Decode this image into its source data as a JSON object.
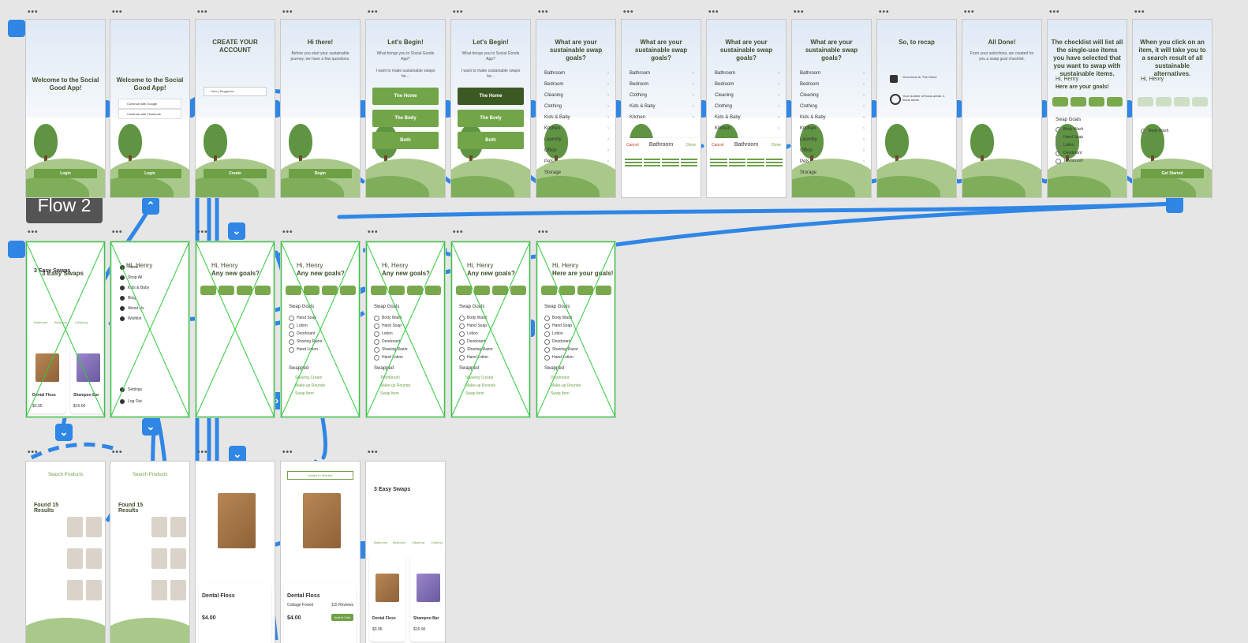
{
  "canvas": {
    "background": "#e6e6e6",
    "wire_color": "#2f86e5",
    "accent_green": "#6ea046",
    "placeholder_x_color": "#2fcc3a"
  },
  "flow_label": "Flow 2",
  "artboard_menu_glyph": "•••",
  "row1": [
    {
      "title": "Welcome to the Social Good App!",
      "subtitle": "",
      "button": "Login"
    },
    {
      "title": "Welcome to the Social Good App!",
      "subtitle": "",
      "button": "Login",
      "auth_options": [
        "Continue with Google",
        "Continue with Facebook"
      ]
    },
    {
      "title": "CREATE YOUR ACCOUNT",
      "subtitle": "",
      "field": "Henry Beggiman",
      "button": "Create"
    },
    {
      "title": "Hi there!",
      "subtitle": "Before you start your sustainable journey, we have a few questions.",
      "button": "Begin"
    },
    {
      "title": "Let's Begin!",
      "subtitle": "What brings you to Social Goods App?",
      "subtitle2": "I want to make sustainable swaps for...",
      "options": [
        "The Home",
        "The Body",
        "Both"
      ]
    },
    {
      "title": "Let's Begin!",
      "subtitle": "What brings you to Social Goods App?",
      "subtitle2": "I want to make sustainable swaps for...",
      "options": [
        "The Home",
        "The Body",
        "Both"
      ]
    },
    {
      "title": "What are your sustainable swap goals?",
      "list": [
        "Bathroom",
        "Bedroom",
        "Cleaning",
        "Clothing",
        "Kids & Baby",
        "Kitchen",
        "Laundry",
        "Office",
        "Pets",
        "Storage"
      ]
    },
    {
      "title": "What are your sustainable swap goals?",
      "list": [
        "Bathroom",
        "Bedroom",
        "Clothing",
        "Kids & Baby",
        "Kitchen"
      ],
      "modal": {
        "cancel": "Cancel",
        "title": "Bathroom",
        "done": "Done"
      }
    },
    {
      "title": "What are your sustainable swap goals?",
      "list": [
        "Bathroom",
        "Bedroom",
        "Cleaning",
        "Clothing",
        "Kids & Baby",
        "Kitchen"
      ],
      "modal": {
        "cancel": "Cancel",
        "title": "Bathroom",
        "done": "Done"
      }
    },
    {
      "title": "What are your sustainable swap goals?",
      "list": [
        "Bathroom",
        "Bedroom",
        "Cleaning",
        "Clothing",
        "Kids & Baby",
        "Kitchen",
        "Laundry",
        "Office",
        "Pets",
        "Storage"
      ]
    },
    {
      "title": "So, to recap",
      "recap": [
        "Your focus is: The Home",
        "Your number of focus areas: 4 focus areas"
      ]
    },
    {
      "title": "All Done!",
      "subtitle": "From your selections, we created for you a swap goal checklist."
    },
    {
      "title": "The checklist will list all the single-use items you have selected that you want to swap with sustainable items.",
      "greeting": "Hi, Henry",
      "heading": "Here are your goals!",
      "section": "Swap Goals",
      "goals": [
        "Body Wash",
        "Hand Soap",
        "Lotion",
        "Deodorant",
        "Toothbrush"
      ]
    },
    {
      "title": "When you click on an item, it will take you to a search result of all sustainable alternatives.",
      "greeting": "Hi, Henry",
      "goals": [
        "Body Wash"
      ],
      "button": "Get Started"
    }
  ],
  "row2": [
    {
      "heading": "3 Easy Swaps",
      "tabs": [
        "Bathroom",
        "Bedroom",
        "Cleaning"
      ],
      "products": [
        {
          "name": "Dental Floss",
          "price": "$3.95"
        },
        {
          "name": "Shampoo Bar",
          "price": "$15.00"
        }
      ]
    },
    {
      "greeting": "Hi, Henry",
      "menu": [
        "Home",
        "Shop All",
        "Kids & Baby",
        "Blog",
        "About Us",
        "Wishlist",
        "Settings",
        "Log Out"
      ]
    },
    {
      "greeting": "Hi, Henry",
      "heading": "Any new goals?"
    },
    {
      "greeting": "Hi, Henry",
      "heading": "Any new goals?",
      "section": "Swap Goals",
      "goals": [
        "Hand Soap",
        "Lotion",
        "Deodorant",
        "Shaving Razor",
        "Hand Lotion"
      ],
      "swapped_title": "Swapped",
      "swapped": [
        "Shaving Cream",
        "Make-up Rounds",
        "Swap Item"
      ]
    },
    {
      "greeting": "Hi, Henry",
      "heading": "Any new goals?",
      "section": "Swap Goals",
      "goals": [
        "Body Wash",
        "Hand Soap",
        "Lotion",
        "Deodorant",
        "Shaving Razor",
        "Hand Lotion"
      ],
      "swapped_title": "Swapped",
      "swapped": [
        "Toothbrush",
        "Make-up Rounds",
        "Swap Item"
      ]
    },
    {
      "greeting": "Hi, Henry",
      "heading": "Any new goals?",
      "section": "Swap Goals",
      "goals": [
        "Body Wash",
        "Hand Soap",
        "Lotion",
        "Deodorant",
        "Shaving Razor",
        "Hand Lotion"
      ],
      "swapped_title": "Swapped",
      "swapped": [
        "Shaving Crystal",
        "Make-up Rounds",
        "Swap Item"
      ]
    },
    {
      "greeting": "Hi, Henry",
      "heading": "Here are your goals!",
      "section": "Swap Goals",
      "goals": [
        "Body Wash",
        "Hand Soap",
        "Lotion",
        "Deodorant",
        "Shaving Razor",
        "Hand Lotion"
      ],
      "swapped_title": "Swapped",
      "swapped": [
        "Deodorant",
        "Make-up Rounds",
        "Swap Item"
      ]
    }
  ],
  "row3": [
    {
      "search_title": "Search Products",
      "found": "Found 15 Results"
    },
    {
      "search_title": "Search Products",
      "found": "Found 15 Results"
    },
    {
      "product": "Dental Floss",
      "price": "$4.00"
    },
    {
      "product": "Dental Floss",
      "price": "$4.00",
      "wishlist": "Added to Wishlist",
      "add": "Add to Cart",
      "reviews": "115 Reviews",
      "brand": "Cottage Forest"
    },
    {
      "heading": "3 Easy Swaps",
      "tabs": [
        "Bathroom",
        "Bedroom",
        "Cleaning",
        "Clothing"
      ],
      "products": [
        {
          "name": "Dental Floss",
          "price": "$3.95"
        },
        {
          "name": "Shampoo Bar",
          "price": "$15.00"
        }
      ]
    }
  ]
}
